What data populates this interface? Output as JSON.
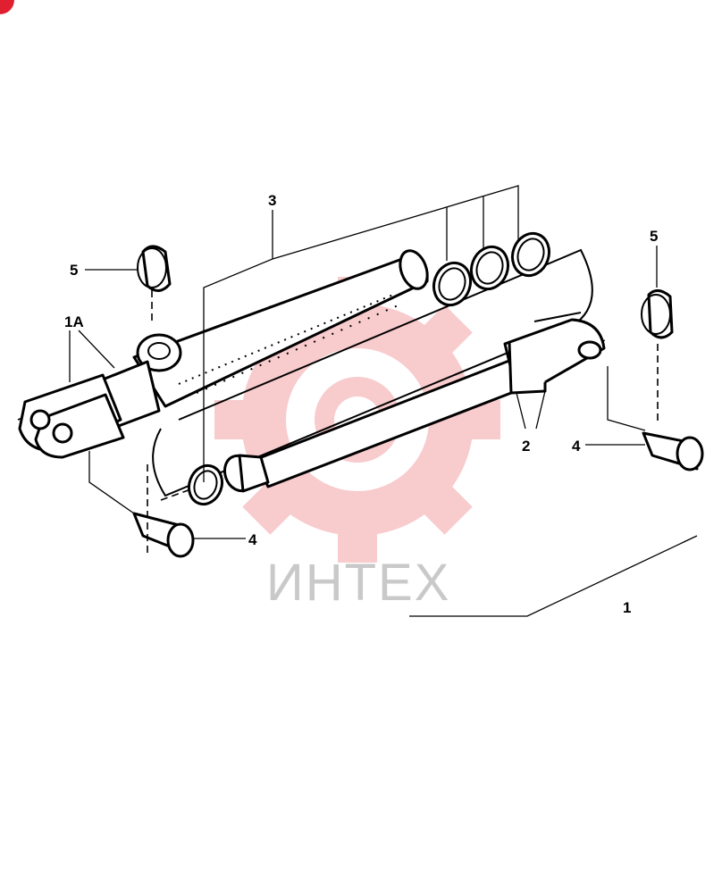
{
  "callouts": {
    "c3": "3",
    "c5_left": "5",
    "c5_right": "5",
    "c1a": "1A",
    "c2": "2",
    "c4_right": "4",
    "c4_left": "4",
    "c1": "1"
  },
  "watermark": {
    "text": "ИНТЕХ",
    "color": "#e8474f"
  }
}
